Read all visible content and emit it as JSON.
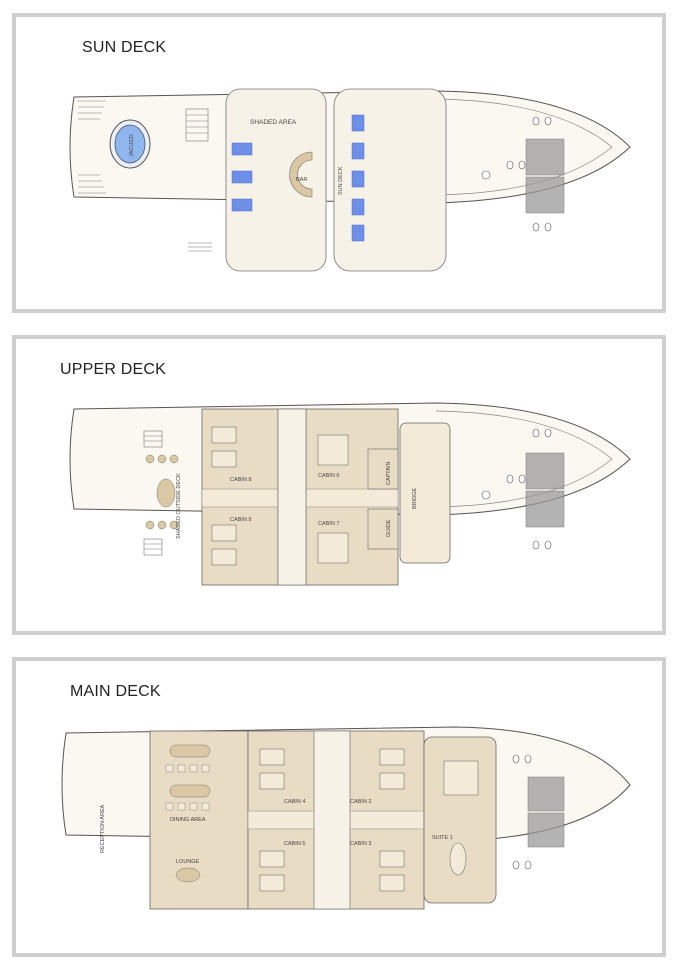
{
  "decks": [
    {
      "title": "SUN DECK",
      "labels": {
        "jacuzzi": "JACUZZI",
        "shaded_area": "SHADED AREA",
        "bar": "BAR",
        "sun_deck": "SUN DECK"
      }
    },
    {
      "title": "UPPER DECK",
      "labels": {
        "shaded_outside_deck": "SHADED OUTSIDE DECK",
        "cabin8": "CABIN 8",
        "cabin6": "CABIN 6",
        "cabin9": "CABIN 9",
        "cabin7": "CABIN 7",
        "captain": "CAPTAIN",
        "guide": "GUIDE",
        "bridge": "BRIDGE"
      }
    },
    {
      "title": "MAIN DECK",
      "labels": {
        "reception_area": "RECEPTION AREA",
        "dining_area": "DINING AREA",
        "lounge": "LOUNGE",
        "cabin4": "CABIN 4",
        "cabin2": "CABIN 2",
        "cabin5": "CABIN 5",
        "cabin3": "CABIN 3",
        "suite1": "SUITE 1"
      }
    }
  ],
  "colors": {
    "hull": "#fbf8f1",
    "line": "#555555",
    "beige": "#e8dcc4",
    "tan": "#d9c8a3",
    "blue": "#6d8fe8",
    "net": "#9a9a9a"
  }
}
